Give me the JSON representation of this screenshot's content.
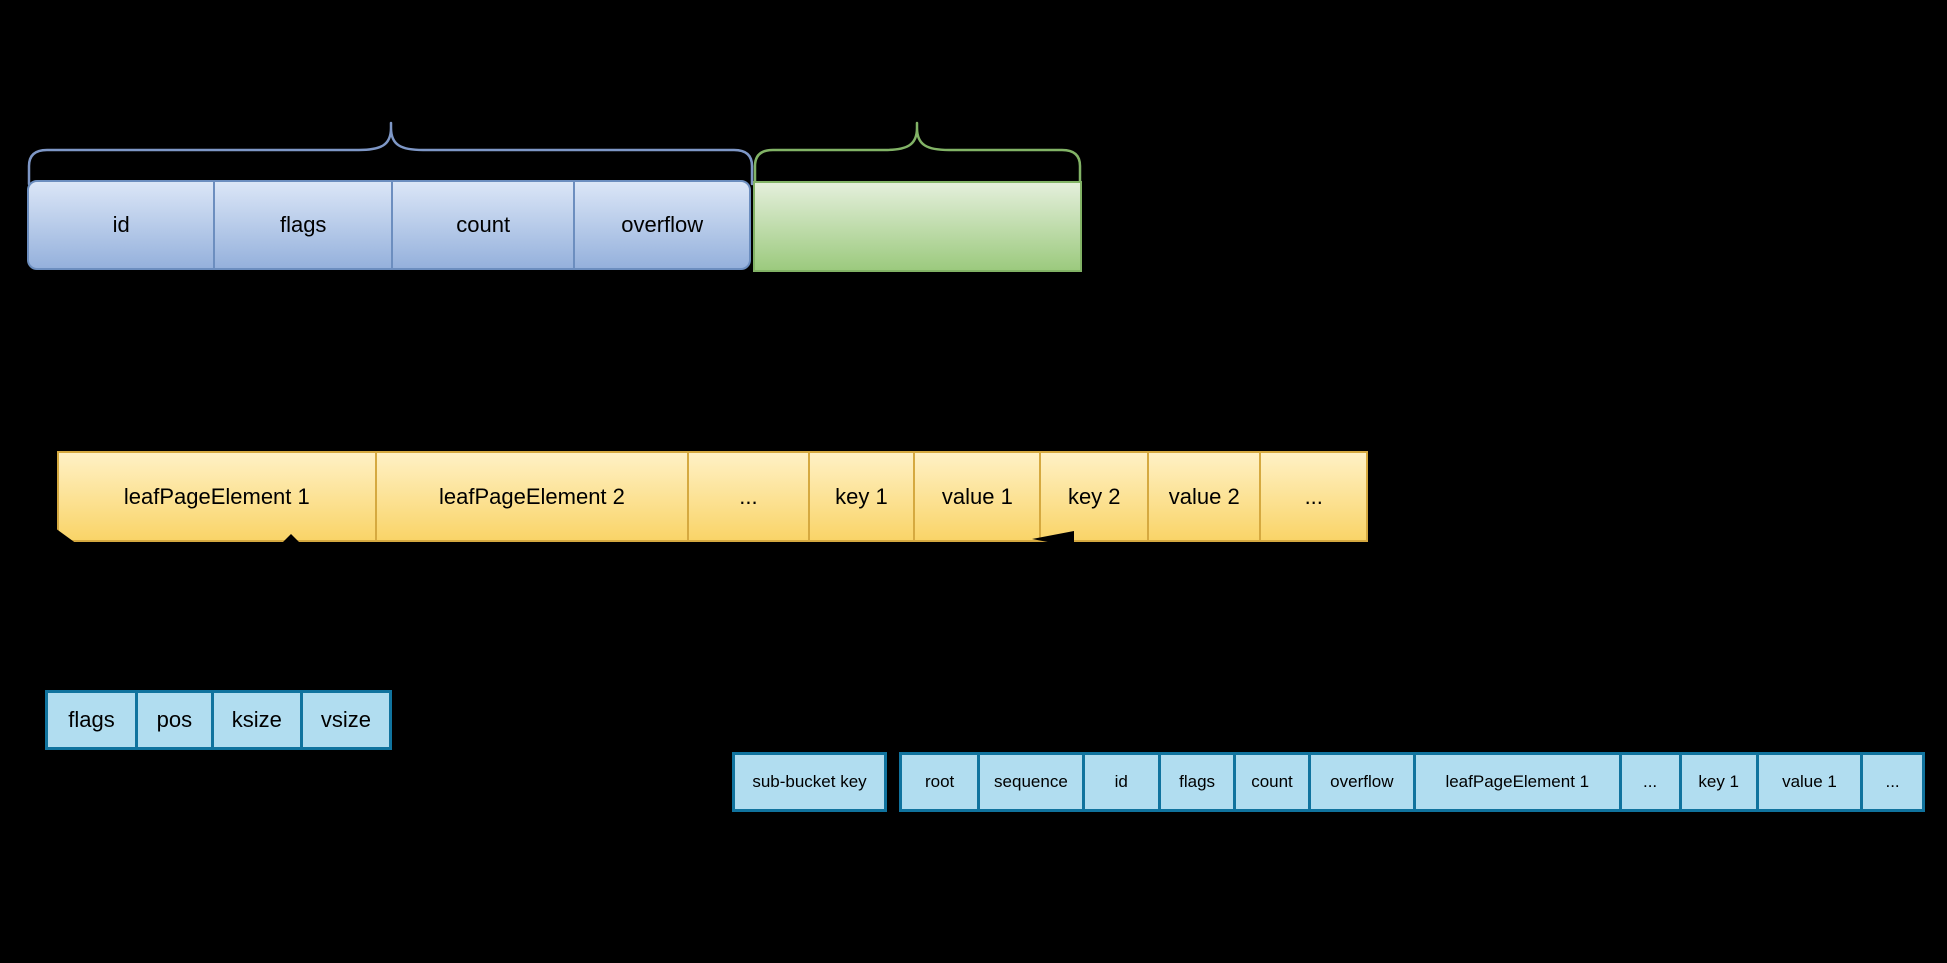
{
  "theme": {
    "page-bg": "#000000",
    "text-color": "#000000",
    "blue-border": "#6c8ebf",
    "blue-brace": "#7e97c6",
    "blue-fill-top": "#dbe6f7",
    "blue-fill-bottom": "#95b1dc",
    "green-border": "#82b366",
    "green-fill-top": "#e4efdb",
    "green-fill-bottom": "#9cca7e",
    "yellow-border": "#d5a940",
    "yellow-fill-top": "#fff1c5",
    "yellow-fill-bottom": "#f9d468",
    "teal-border": "#10739e",
    "teal-fill": "#b1ddf0"
  },
  "page_header_row": {
    "cells": [
      "id",
      "flags",
      "count",
      "overflow"
    ]
  },
  "leaf_page_row": {
    "cells": [
      "leafPageElement 1",
      "leafPageElement 2",
      "...",
      "key 1",
      "value 1",
      "key 2",
      "value 2",
      "..."
    ]
  },
  "leaf_element_row": {
    "cells": [
      "flags",
      "pos",
      "ksize",
      "vsize"
    ]
  },
  "bucket_row": {
    "key_box": "sub-bucket key",
    "cells": [
      "root",
      "sequence",
      "id",
      "flags",
      "count",
      "overflow",
      "leafPageElement 1",
      "...",
      "key 1",
      "value 1",
      "..."
    ]
  }
}
